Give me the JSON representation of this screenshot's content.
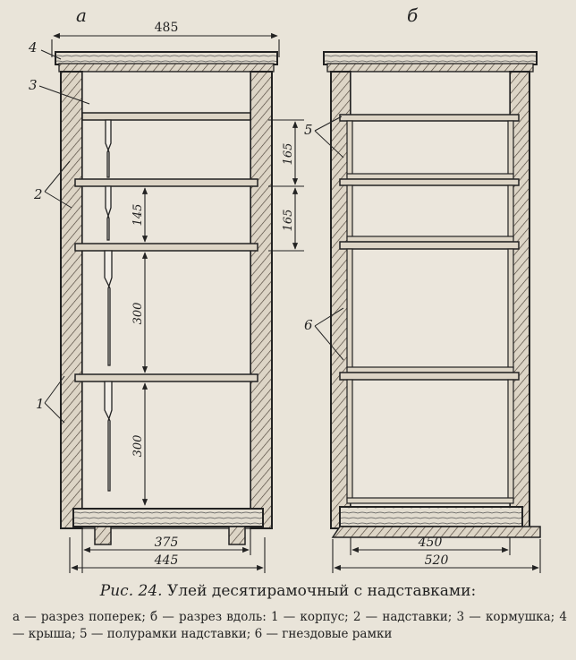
{
  "panels": {
    "left_letter": "а",
    "right_letter": "б"
  },
  "dimensions": {
    "top_width": "485",
    "inner_width_left": "375",
    "outer_width_left": "445",
    "inner_width_right": "450",
    "outer_width_right": "520",
    "half_frame_upper": "165",
    "half_frame_lower": "165",
    "gap": "145",
    "frame_upper": "300",
    "frame_lower": "300"
  },
  "callouts": {
    "n1": "1",
    "n2": "2",
    "n3": "3",
    "n4": "4",
    "n5": "5",
    "n6": "6"
  },
  "caption": {
    "prefix": "Рис. 24.",
    "title": "Улей десятирамочный с надставками:",
    "legend": "а — разрез поперек; б — разрез вдоль: 1 — корпус; 2 — надставки; 3 — кормушка; 4 — крыша; 5 — полурамки надставки; 6 — гнездовые рамки"
  }
}
